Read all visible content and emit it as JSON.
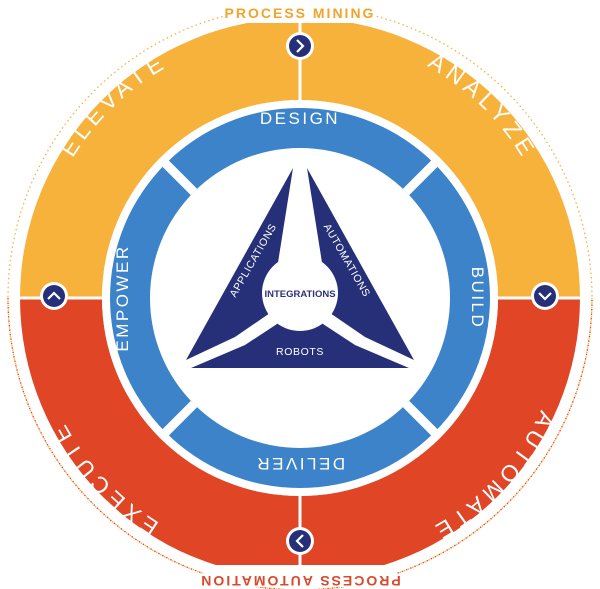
{
  "colors": {
    "orange": "#f7b23b",
    "red": "#e04526",
    "blue": "#3d83c9",
    "navy": "#263078",
    "orange_text": "#f0a52a",
    "red_text": "#d84a2c"
  },
  "outer_ring": {
    "top_caption": "PROCESS MINING",
    "bottom_caption": "PROCESS AUTOMATION",
    "segments": [
      "ELEVATE",
      "ANALYZE",
      "AUTOMATE",
      "EXECUTE"
    ]
  },
  "middle_ring": {
    "segments": [
      "DESIGN",
      "BUILD",
      "DELIVER",
      "EMPOWER"
    ]
  },
  "core": {
    "triangle_sections": [
      "APPLICATIONS",
      "AUTOMATIONS",
      "ROBOTS"
    ],
    "center": "INTEGRATIONS"
  },
  "icons": {
    "top": "chevron-right-icon",
    "right": "chevron-down-icon",
    "bottom": "chevron-left-icon",
    "left": "chevron-up-icon"
  }
}
